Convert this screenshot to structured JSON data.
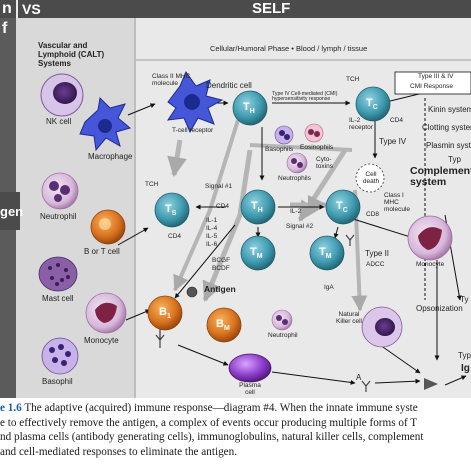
{
  "header": {
    "nonself": "VS",
    "self": "SELF",
    "left_partial_top": "n",
    "left_partial_mid": "f"
  },
  "left": {
    "title_line1": "Vascular and",
    "title_line2": "Lymphoid (CALT)",
    "title_line3": "Systems",
    "antigen_partial": "gen",
    "cells": [
      "NK cell",
      "Macrophage",
      "Neutrophil",
      "B or T cell",
      "Mast cell",
      "Monocyte",
      "Basophil"
    ]
  },
  "top_bar": {
    "text": "Cellular/Humoral Phase  •  Blood / lymph / tissue"
  },
  "labels": {
    "mhc2": "Class II MHC molecule",
    "dendritic": "Dendritic cell",
    "tcell_receptor": "T-cell receptor",
    "type4_cmi": "Type IV Cell-mediated (CMI) hypersensitivity response",
    "tch_top": "TCH",
    "il2_receptor": "IL-2 receptor",
    "cd4_top": "CD4",
    "basophils": "Basophils",
    "eosinophils": "Eosinophils",
    "neutrophils": "Neutrophils",
    "cytotoxins": "Cyto- toxins",
    "cell_death": "Cell death",
    "type4": "Type IV",
    "class1_mhc": "Class I MHC molecule",
    "signal1": "Signal #1",
    "signal2": "Signal #2",
    "tch_mid": "TCH",
    "cd4_mid": "CD4",
    "cd4_left": "CD4",
    "il1": "IL-1",
    "il4": "IL-4",
    "il5": "IL-5",
    "il6": "IL-6",
    "il2_mid": "IL-2",
    "cd8": "CD8",
    "bcgf": "BCGF",
    "bcdf": "BCDF",
    "type2": "Type II",
    "adcc": "ADCC",
    "iga": "IgA",
    "antigen": "Antigen",
    "neutrophil_mid": "Neutrophil",
    "plasma_cell": "Plasma cell",
    "nk_cell": "Natural Killer cell",
    "a1": "A",
    "type3_4": "Type III & IV",
    "cmi_response": "CMI Response",
    "kinin": "Kinin system",
    "clotting": "Clotting system",
    "plasmin": "Plasmin system",
    "typ": "Typ",
    "complement": "Complement system",
    "monocyte_right": "Monocyte",
    "opsonization": "Opsonization",
    "ty_right": "Ty",
    "typ_right": "Typ",
    "ig_right": "Ig"
  },
  "cells": {
    "th": "T",
    "th_sub": "H",
    "ts": "T",
    "ts_sub": "S",
    "tc": "T",
    "tc_sub": "C",
    "tm": "T",
    "tm_sub": "M",
    "b1": "B",
    "b1_sub": "1",
    "bm": "B",
    "bm_sub": "M"
  },
  "caption": {
    "fig_num": "e 1.6",
    "line1": " The adaptive (acquired) immune response—diagram #4. When the innate immune syste",
    "line2": "e to effectively remove the antigen, a complex of events occur producing multiple forms of T",
    "line3": "nd plasma cells (antibody generating cells), immunoglobulins, natural killer cells, complement",
    "line4": "and cell-mediated responses to eliminate the antigen."
  },
  "colors": {
    "dark_header": "#4b4b4b",
    "panel": "#e9e9e9",
    "left_panel": "#d9d9d9",
    "tcell_teal": "#3f9bb0",
    "bcell_orange": "#d9731f",
    "plasma_purple": "#8a3cc8",
    "caption_blue": "#1f5aa6",
    "arrow_gray": "#b5b5b5"
  }
}
